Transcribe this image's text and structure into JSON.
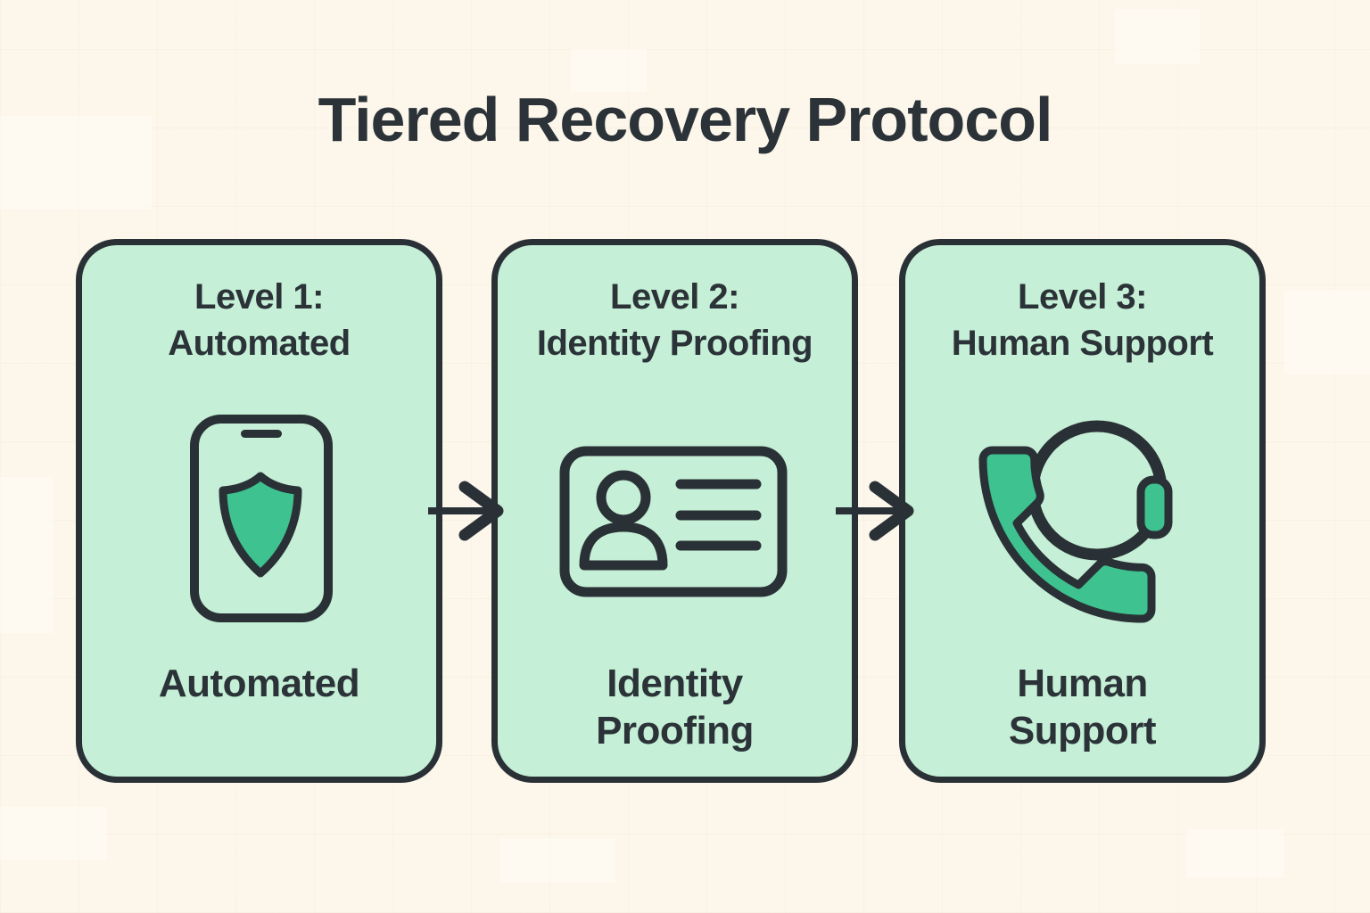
{
  "title": "Tiered Recovery Protocol",
  "colors": {
    "background": "#FCF6EB",
    "card_fill": "#C5EFD6",
    "outline_dark": "#2A3136",
    "accent_green": "#3EC28F",
    "text": "#2B3338"
  },
  "cards": [
    {
      "heading_line1": "Level 1:",
      "heading_line2": "Automated",
      "icon": "smartphone-shield-icon",
      "label_line1": "Automated",
      "label_line2": ""
    },
    {
      "heading_line1": "Level 2:",
      "heading_line2": "Identity Proofing",
      "icon": "id-card-icon",
      "label_line1": "Identity",
      "label_line2": "Proofing"
    },
    {
      "heading_line1": "Level 3:",
      "heading_line2": "Human Support",
      "icon": "phone-headset-icon",
      "label_line1": "Human",
      "label_line2": "Support"
    }
  ],
  "connectors": [
    {
      "name": "arrow-level1-to-level2",
      "direction": "right"
    },
    {
      "name": "arrow-level2-to-level3",
      "direction": "right"
    }
  ]
}
